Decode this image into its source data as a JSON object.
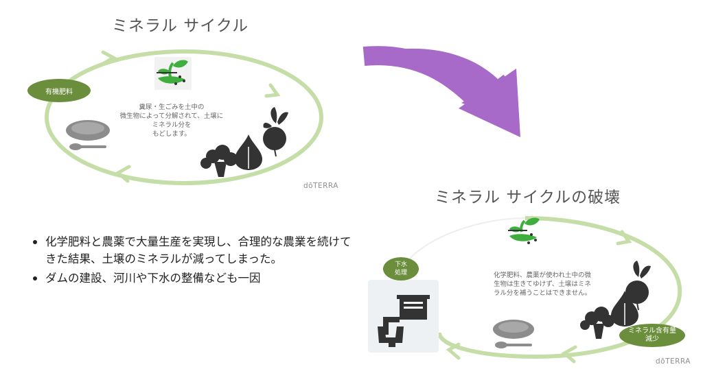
{
  "diagram1": {
    "title": "ミネラル サイクル",
    "badge": "有機肥料",
    "description": [
      "糞尿・生ごみを土中の",
      "微生物によって分解されて、土壌に",
      "ミネラル分を",
      "もどします。"
    ],
    "brand": "dōTERRA"
  },
  "diagram2": {
    "title": "ミネラル サイクルの破壊",
    "badge_left": [
      "下水",
      "処理"
    ],
    "badge_right": [
      "ミネラル含有量",
      "減少"
    ],
    "description": [
      "化学肥料、農薬が使われ土中の微",
      "生物は生きてゆけず、土壌はミネ",
      "ラル分を補うことはできません。"
    ],
    "brand": "dōTERRA"
  },
  "bullets": [
    "化学肥料と農薬で大量生産を実現し、合理的な農業を続けてきた結果、土壌のミネラルが減ってしまった。",
    "ダムの建設、河川や下水の整備なども一因"
  ],
  "colors": {
    "cycle_line": "#c5dea8",
    "badge": "#6b8e3c",
    "arrow": "#a86ac8",
    "icon": "#333333",
    "sprout": "#3fae3f"
  },
  "icons": [
    "sprout-icon",
    "broccoli-icon",
    "garlic-icon",
    "turnip-icon",
    "plate-icon",
    "sewage-plant-icon",
    "transition-arrow-icon"
  ]
}
